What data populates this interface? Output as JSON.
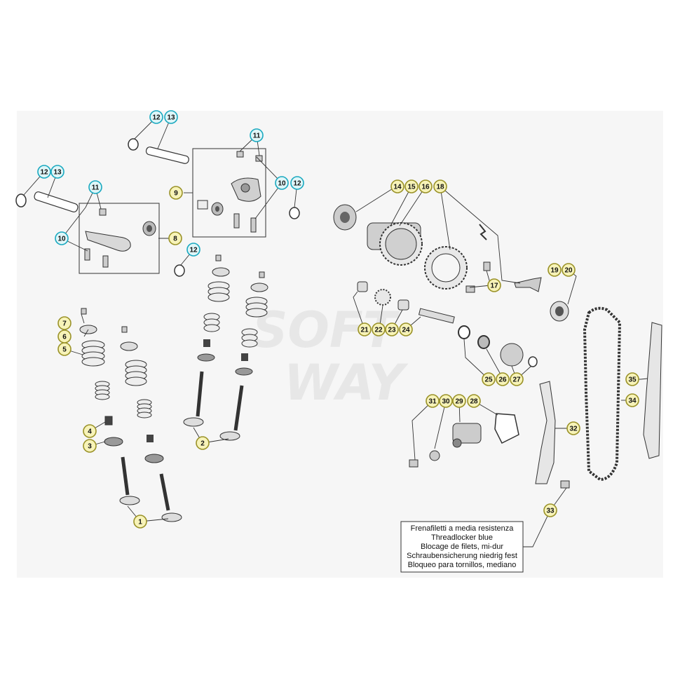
{
  "watermark": [
    "SOFT",
    "WAY"
  ],
  "callouts": [
    {
      "id": "c1",
      "label": "1",
      "style": "yellow"
    },
    {
      "id": "c2",
      "label": "2",
      "style": "yellow"
    },
    {
      "id": "c3",
      "label": "3",
      "style": "yellow"
    },
    {
      "id": "c4",
      "label": "4",
      "style": "yellow"
    },
    {
      "id": "c5",
      "label": "5",
      "style": "yellow"
    },
    {
      "id": "c6",
      "label": "6",
      "style": "yellow"
    },
    {
      "id": "c7",
      "label": "7",
      "style": "yellow"
    },
    {
      "id": "c8",
      "label": "8",
      "style": "yellow"
    },
    {
      "id": "c9",
      "label": "9",
      "style": "yellow"
    },
    {
      "id": "c10a",
      "label": "10",
      "style": "cyan"
    },
    {
      "id": "c10b",
      "label": "10",
      "style": "cyan"
    },
    {
      "id": "c11a",
      "label": "11",
      "style": "cyan"
    },
    {
      "id": "c11b",
      "label": "11",
      "style": "cyan"
    },
    {
      "id": "c12a",
      "label": "12",
      "style": "cyan"
    },
    {
      "id": "c13a",
      "label": "13",
      "style": "cyan"
    },
    {
      "id": "c12b",
      "label": "12",
      "style": "cyan"
    },
    {
      "id": "c13b",
      "label": "13",
      "style": "cyan"
    },
    {
      "id": "c12c",
      "label": "12",
      "style": "cyan"
    },
    {
      "id": "c12d",
      "label": "12",
      "style": "cyan"
    },
    {
      "id": "c14",
      "label": "14",
      "style": "yellow"
    },
    {
      "id": "c15",
      "label": "15",
      "style": "yellow"
    },
    {
      "id": "c16",
      "label": "16",
      "style": "yellow"
    },
    {
      "id": "c18",
      "label": "18",
      "style": "yellow"
    },
    {
      "id": "c17",
      "label": "17",
      "style": "yellow"
    },
    {
      "id": "c19",
      "label": "19",
      "style": "yellow"
    },
    {
      "id": "c20",
      "label": "20",
      "style": "yellow"
    },
    {
      "id": "c21",
      "label": "21",
      "style": "yellow"
    },
    {
      "id": "c22",
      "label": "22",
      "style": "yellow"
    },
    {
      "id": "c23",
      "label": "23",
      "style": "yellow"
    },
    {
      "id": "c24",
      "label": "24",
      "style": "yellow"
    },
    {
      "id": "c25",
      "label": "25",
      "style": "yellow"
    },
    {
      "id": "c26",
      "label": "26",
      "style": "yellow"
    },
    {
      "id": "c27",
      "label": "27",
      "style": "yellow"
    },
    {
      "id": "c28",
      "label": "28",
      "style": "yellow"
    },
    {
      "id": "c29",
      "label": "29",
      "style": "yellow"
    },
    {
      "id": "c30",
      "label": "30",
      "style": "yellow"
    },
    {
      "id": "c31",
      "label": "31",
      "style": "yellow"
    },
    {
      "id": "c32",
      "label": "32",
      "style": "yellow"
    },
    {
      "id": "c33",
      "label": "33",
      "style": "yellow"
    },
    {
      "id": "c34",
      "label": "34",
      "style": "yellow"
    },
    {
      "id": "c35",
      "label": "35",
      "style": "yellow"
    }
  ],
  "note": {
    "lines": [
      "Frenafiletti a media resistenza",
      "Threadlocker blue",
      "Blocage de filets, mi-dur",
      "Schraubensicherung niedrig fest",
      "Bloqueo para tornillos, mediano"
    ]
  },
  "colors": {
    "yellow_fill": "#f7f3b8",
    "yellow_stroke": "#9a9228",
    "cyan_fill": "#dff6f8",
    "cyan_stroke": "#1aa9c0",
    "line": "#333333",
    "panel": "#f6f6f6"
  }
}
